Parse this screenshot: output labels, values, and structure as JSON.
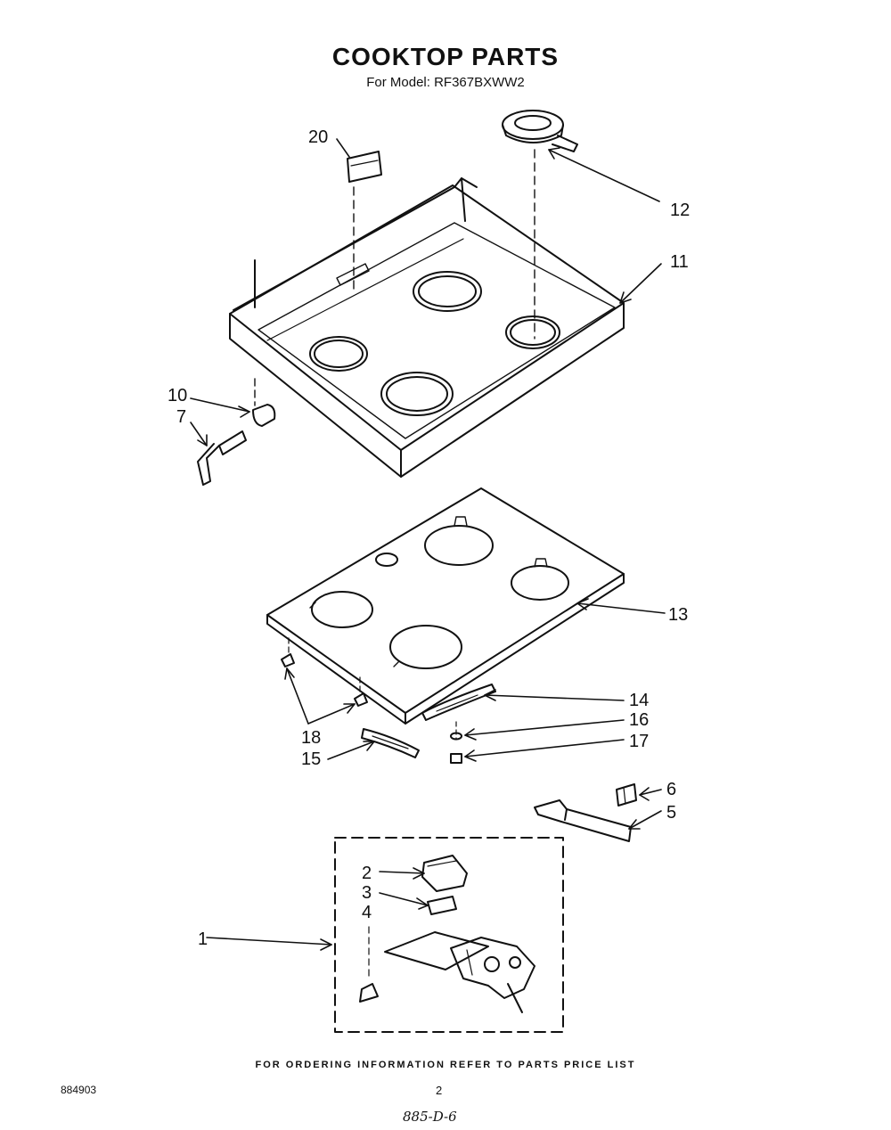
{
  "header": {
    "title": "COOKTOP PARTS",
    "subtitle": "For Model: RF367BXWW2"
  },
  "callouts": {
    "p1": "1",
    "p2": "2",
    "p3": "3",
    "p4": "4",
    "p5": "5",
    "p6": "6",
    "p7": "7",
    "p10": "10",
    "p11": "11",
    "p12": "12",
    "p13": "13",
    "p14": "14",
    "p15": "15",
    "p16": "16",
    "p17": "17",
    "p18": "18",
    "p20": "20"
  },
  "footer": {
    "note": "FOR ORDERING INFORMATION REFER TO PARTS PRICE LIST",
    "doc_number": "884903",
    "page_number": "2",
    "handwritten": "885-D-6"
  }
}
